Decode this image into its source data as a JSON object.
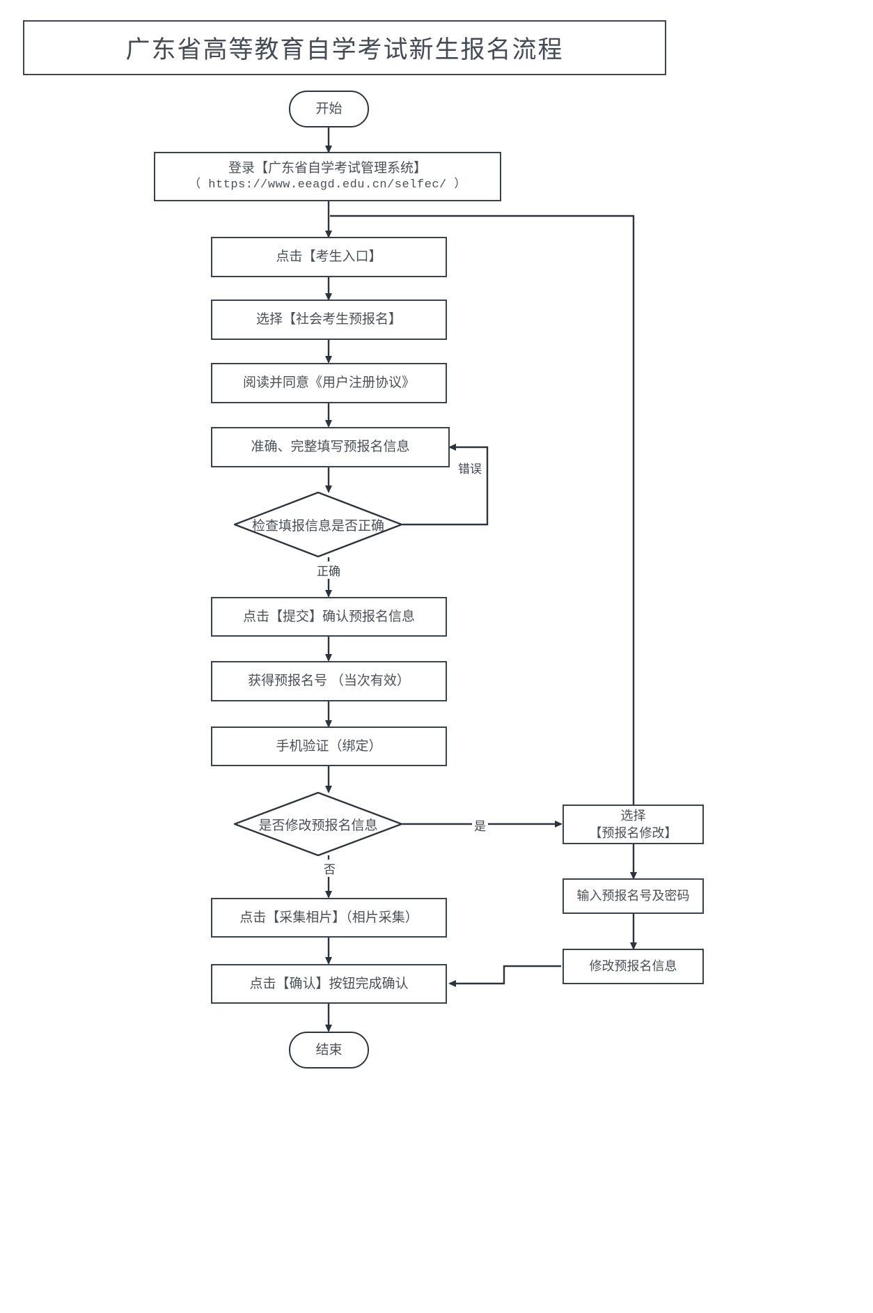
{
  "title": "广东省高等教育自学考试新生报名流程",
  "theme": {
    "line_color": "#39414b",
    "text_color": "#4a5058",
    "background": "#ffffff"
  },
  "nodes": {
    "start": {
      "label": "开始",
      "shape": "terminator"
    },
    "login": {
      "label_line1": "登录【广东省自学考试管理系统】",
      "label_line2": "（ https://www.eeagd.edu.cn/selfec/ ）",
      "shape": "rect"
    },
    "entry": {
      "label": "点击【考生入口】",
      "shape": "rect"
    },
    "pre_register": {
      "label": "选择【社会考生预报名】",
      "shape": "rect"
    },
    "agreement": {
      "label": "阅读并同意《用户注册协议》",
      "shape": "rect"
    },
    "fill_info": {
      "label": "准确、完整填写预报名信息",
      "shape": "rect"
    },
    "check_info": {
      "label": "检查填报信息是否正确",
      "shape": "diamond"
    },
    "submit": {
      "label": "点击【提交】确认预报名信息",
      "shape": "rect"
    },
    "get_number": {
      "label": "获得预报名号 （当次有效）",
      "shape": "rect"
    },
    "phone_verify": {
      "label": "手机验证（绑定）",
      "shape": "rect"
    },
    "modify_decision": {
      "label": "是否修改预报名信息",
      "shape": "diamond"
    },
    "choose_modify": {
      "label_line1": "选择",
      "label_line2": "【预报名修改】",
      "shape": "rect"
    },
    "input_number": {
      "label": "输入预报名号及密码",
      "shape": "rect"
    },
    "modify_info": {
      "label": "修改预报名信息",
      "shape": "rect"
    },
    "photo": {
      "label": "点击【采集相片】（相片采集）",
      "shape": "rect"
    },
    "confirm": {
      "label": "点击【确认】按钮完成确认",
      "shape": "rect"
    },
    "end": {
      "label": "结束",
      "shape": "terminator"
    }
  },
  "edge_labels": {
    "error": "错误",
    "correct": "正确",
    "yes": "是",
    "no": "否"
  }
}
